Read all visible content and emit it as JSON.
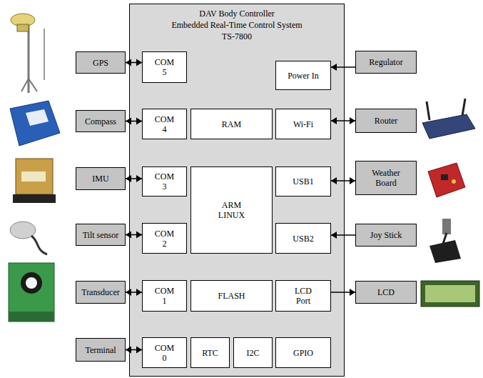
{
  "diagram": {
    "nodes": [
      {
        "text": [
          "DAV Body Controller",
          "Embedded Real-Time Control System",
          "TS-7800"
        ]
      },
      {
        "text": [
          "GPS"
        ]
      },
      {
        "text": [
          "COM 5"
        ],
        "in": 0
      },
      {
        "text": [
          "Power In"
        ],
        "in": 0
      },
      {
        "text": [
          "Regulator"
        ]
      },
      {
        "text": [
          "Compass"
        ]
      },
      {
        "text": [
          "COM 4"
        ],
        "in": 0
      },
      {
        "text": [
          "RAM"
        ],
        "in": 0
      },
      {
        "text": [
          "Wi-Fi"
        ],
        "in": 0
      },
      {
        "text": [
          "Router"
        ]
      },
      {
        "text": [
          "IMU"
        ]
      },
      {
        "text": [
          "COM 3"
        ],
        "in": 0
      },
      {
        "text": [
          "ARM LINUX"
        ],
        "in": 0
      },
      {
        "text": [
          "USB1"
        ],
        "in": 0
      },
      {
        "text": [
          "Weather Board"
        ]
      },
      {
        "text": [
          "Tilt sensor"
        ]
      },
      {
        "text": [
          "COM 2"
        ],
        "in": 0
      },
      {
        "text": [
          "USB2"
        ],
        "in": 0
      },
      {
        "text": [
          "Joy Stick"
        ]
      },
      {
        "text": [
          "Transducer"
        ]
      },
      {
        "text": [
          "COM 1"
        ],
        "in": 0
      },
      {
        "text": [
          "FLASH"
        ],
        "in": 0
      },
      {
        "text": [
          "LCD Port"
        ],
        "in": 0
      },
      {
        "text": [
          "LCD"
        ]
      },
      {
        "text": [
          "Terminal"
        ]
      },
      {
        "text": [
          "COM 0"
        ],
        "in": 0
      },
      {
        "text": [
          "RTC"
        ],
        "in": 0
      },
      {
        "text": [
          "I2C"
        ],
        "in": 0
      },
      {
        "text": [
          "GPIO"
        ],
        "in": 0
      }
    ],
    "edges": [
      {
        "from": 1,
        "to": 2,
        "arrow": "both"
      },
      {
        "from": 4,
        "to": 3,
        "arrow": "to"
      },
      {
        "from": 5,
        "to": 6,
        "arrow": "both"
      },
      {
        "from": 9,
        "to": 8,
        "arrow": "both"
      },
      {
        "from": 10,
        "to": 11,
        "arrow": "both"
      },
      {
        "from": 14,
        "to": 13,
        "arrow": "both"
      },
      {
        "from": 15,
        "to": 16,
        "arrow": "both"
      },
      {
        "from": 18,
        "to": 17,
        "arrow": "to"
      },
      {
        "from": 19,
        "to": 20,
        "arrow": "both"
      },
      {
        "from": 22,
        "to": 23,
        "arrow": "to"
      },
      {
        "from": 24,
        "to": 25,
        "arrow": "both"
      }
    ]
  }
}
